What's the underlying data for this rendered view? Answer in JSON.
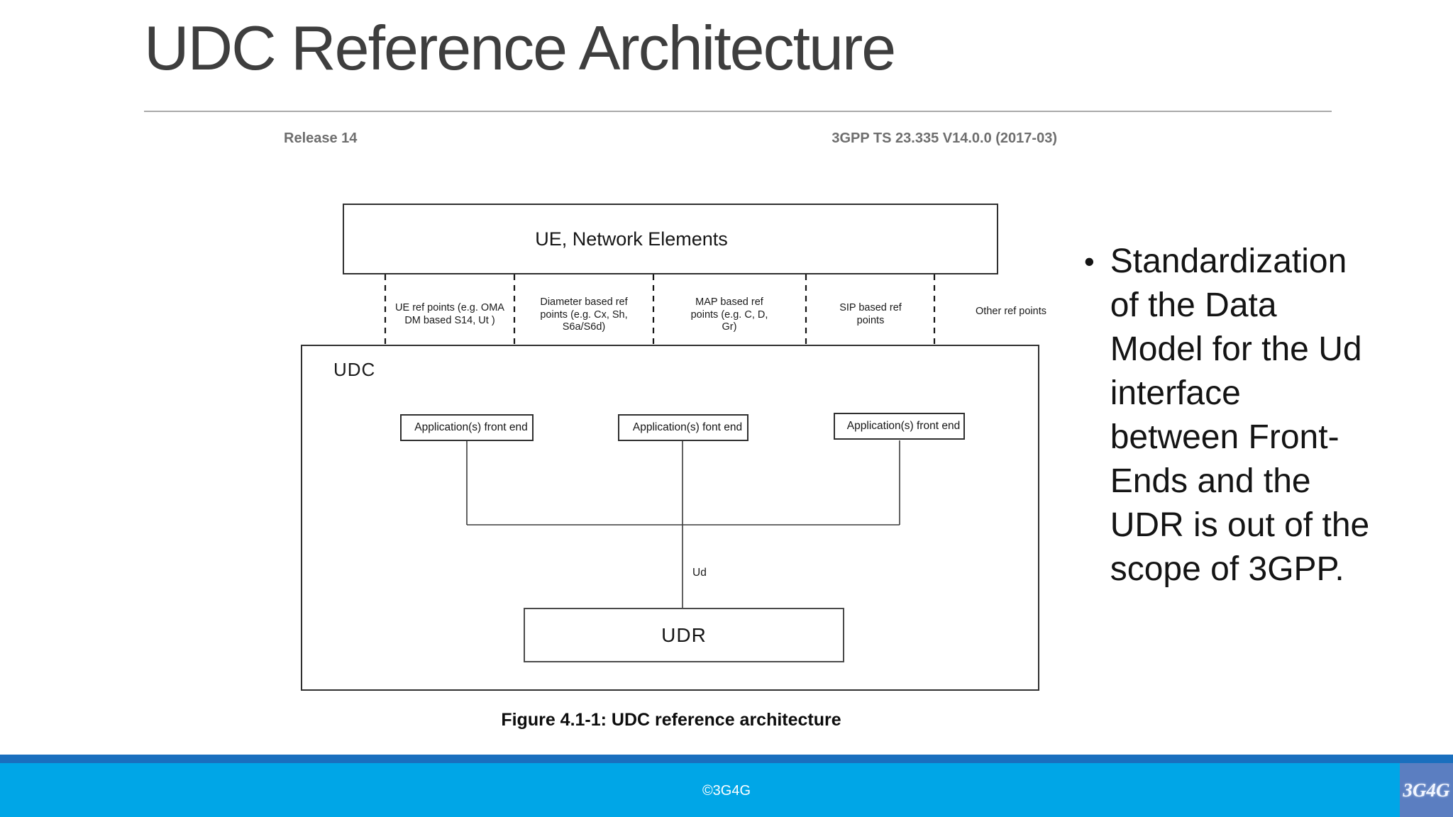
{
  "colors": {
    "title-color": "#3e3e3e",
    "rule-color": "#a9a9a9",
    "doc-header-color": "#6e6e6e",
    "diagram-line": "#2f2f2f",
    "footer-strip": "#1a6fbe",
    "footer-bar": "#00a6e7",
    "logo-bg": "#5b7ec1",
    "text-dark": "#141414"
  },
  "slide": {
    "title": "UDC Reference Architecture",
    "release": "Release 14",
    "spec": "3GPP TS 23.335 V14.0.0 (2017-03)",
    "figure_caption": "Figure 4.1-1: UDC reference architecture"
  },
  "diagram": {
    "ue_box": "UE, Network Elements",
    "udc": "UDC",
    "udr": "UDR",
    "ud": "Ud",
    "ref_points": [
      "UE ref points (e.g. OMA\nDM based S14, Ut )",
      "Diameter based ref\npoints (e.g. Cx, Sh,\nS6a/S6d)",
      "MAP based ref\npoints (e.g. C, D,\nGr)",
      "SIP based ref\npoints",
      "Other ref points"
    ],
    "front_ends": [
      "Application(s) front end",
      "Application(s) font end",
      "Application(s) front end"
    ]
  },
  "notes": {
    "bullet_glyph": "•",
    "bullet_text": "Standardization\nof the Data\nModel for the Ud\ninterface\nbetween Front-\nEnds and the\nUDR is out of the\nscope of 3GPP."
  },
  "footer": {
    "copyright": "©3G4G",
    "logo": "3G4G"
  }
}
